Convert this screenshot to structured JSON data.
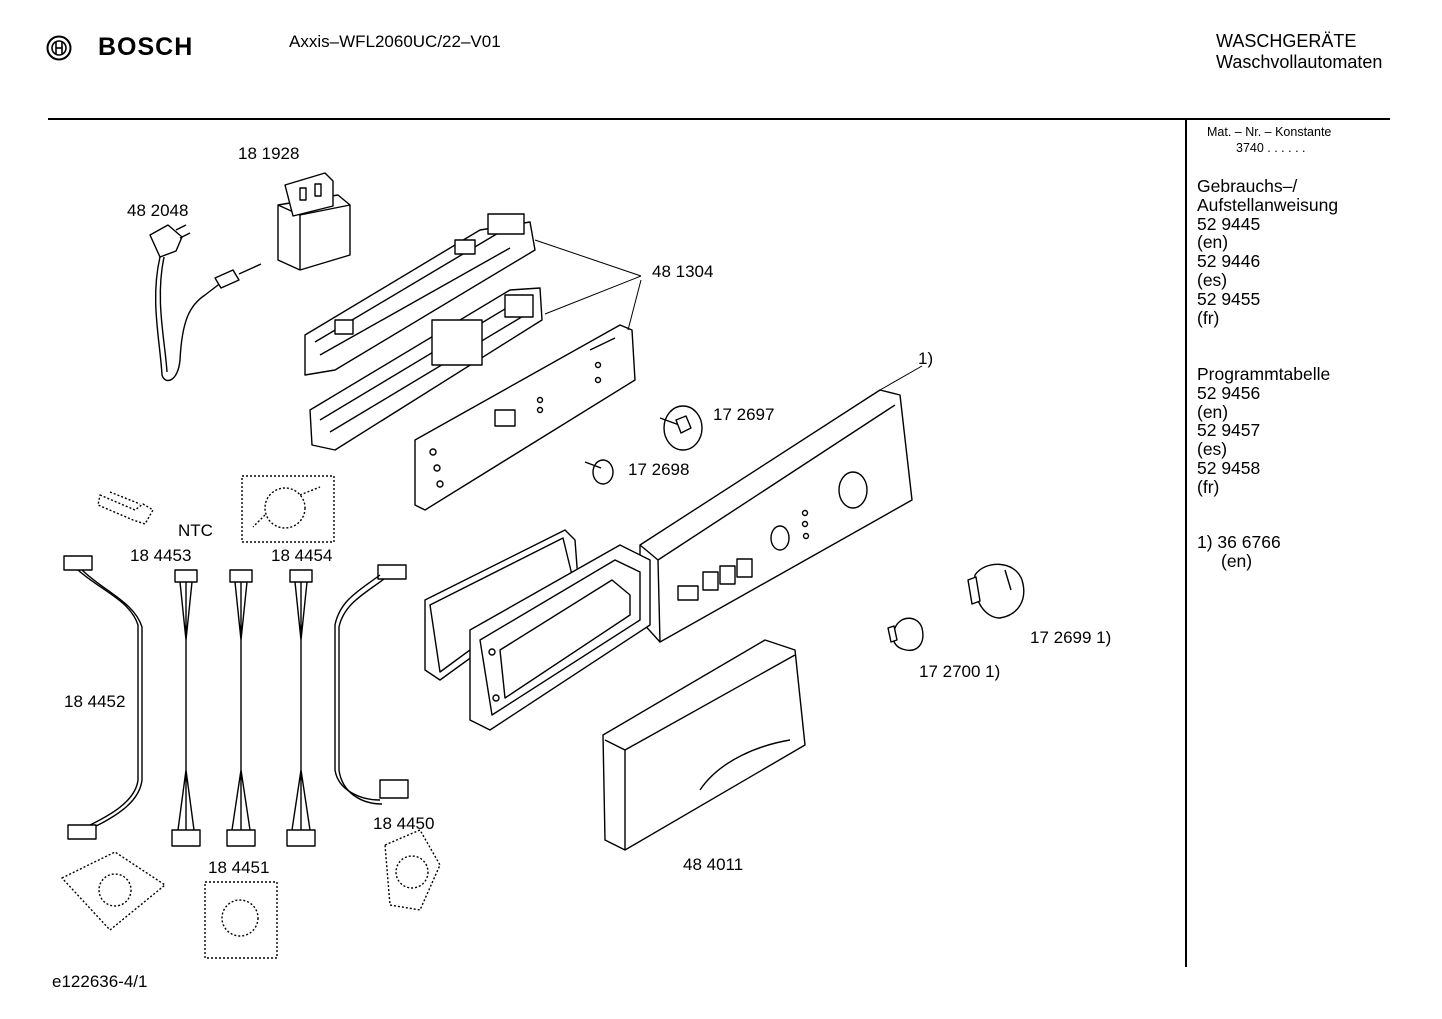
{
  "header": {
    "brand": "BOSCH",
    "model": "Axxis–WFL2060UC/22–V01",
    "category_line1": "WASCHGERÄTE",
    "category_line2": "Waschvollautomaten"
  },
  "sidebar": {
    "mat_nr_label": "Mat. – Nr. – Konstante",
    "mat_nr_value": "3740  .  .  .  .  .  .",
    "manual_title_1": "Gebrauchs–/",
    "manual_title_2": "Aufstellanweisung",
    "manual_items": [
      "52 9445",
      "(en)",
      "52 9446",
      "(es)",
      "52 9455",
      "(fr)"
    ],
    "program_title": "Programmtabelle",
    "program_items": [
      "52 9456",
      "(en)",
      "52 9457",
      "(es)",
      "52 9458",
      "(fr)"
    ],
    "footnote_line1": "1)  36 6766",
    "footnote_line2": "(en)"
  },
  "parts": {
    "p181928": "18 1928",
    "p482048": "48 2048",
    "p481304": "48 1304",
    "footnote_ref": "1)",
    "p172697": "17 2697",
    "p172698": "17 2698",
    "ntc": "NTC",
    "p184453": "18 4453",
    "p184454": "18 4454",
    "p184452": "18 4452",
    "p172699": "17 2699 1)",
    "p172700": "17 2700 1)",
    "p184450": "18 4450",
    "p184451": "18 4451",
    "p484011": "48 4011"
  },
  "footer": {
    "drawing_id": "e122636-4/1"
  }
}
